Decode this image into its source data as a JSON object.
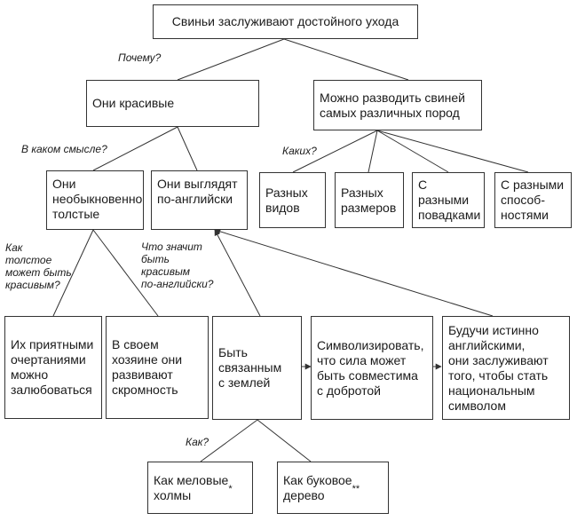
{
  "nodes": {
    "root": "Свиньи заслуживают достойного ухода",
    "beautiful": "Они красивые",
    "breeds": "Можно разводить свиней\nсамых различных пород",
    "fat": "Они\nнеобыкновенно\nтолстые",
    "english": "Они выглядят\nпо-английски",
    "kinds": "Разных\nвидов",
    "sizes": "Разных\nразмеров",
    "habits": "С разными\nповадками",
    "abilities": "С разными\nспособ-\nностями",
    "contours": "Их приятными\nочертаниями\nможно\nзалюбоваться",
    "modesty": "В своем\nхозяине они\nразвивают\nскромность",
    "earth": "Быть\nсвязанным\nс землей",
    "symbolize": "Символизировать,\nчто сила может\nбыть совместима\nс добротой",
    "national": "Будучи истинно\nанглийскими,\nони заслуживают\nтого, чтобы стать\nнациональным\nсимволом",
    "chalk": "Как меловые\nхолмы",
    "chalk_mark": "*",
    "beech": "Как буковое\nдерево",
    "beech_mark": "**"
  },
  "questions": {
    "why": "Почему?",
    "in_what_sense": "В каком смысле?",
    "which": "Каких?",
    "how_fat_beautiful": "Как\nтолстое\nможет быть\nкрасивым?",
    "what_means_english": "Что значит\nбыть\nкрасивым\nпо-английски?",
    "how": "Как?"
  },
  "colors": {
    "line": "#333333",
    "text": "#1a1a1a",
    "background": "#ffffff"
  }
}
